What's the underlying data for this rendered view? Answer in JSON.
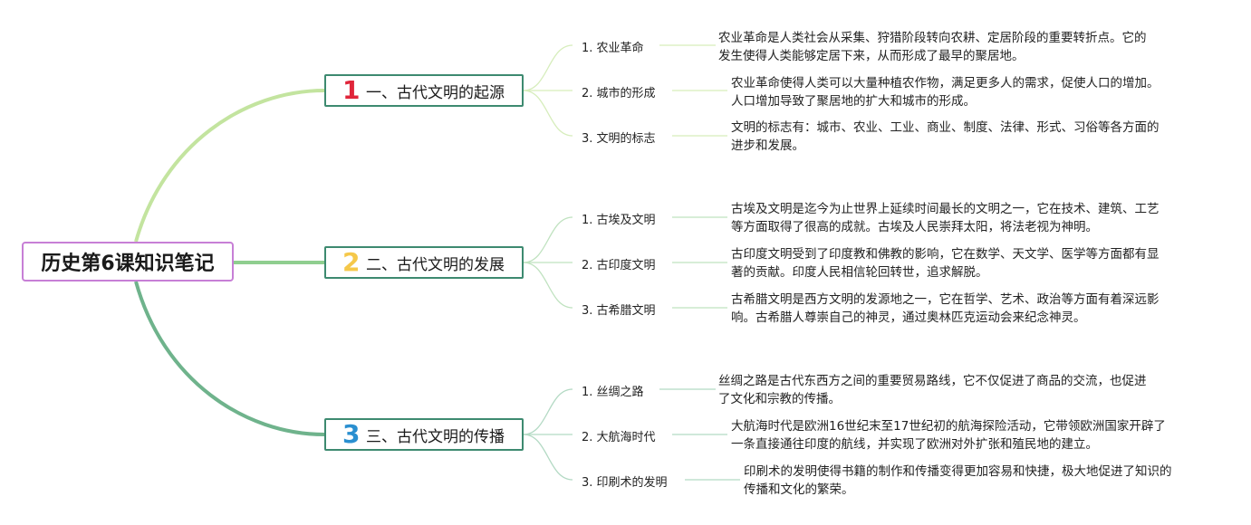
{
  "root": {
    "title": "历史第6课知识笔记"
  },
  "colors": {
    "root_border": "#c77fd6",
    "branch_border": "#3d8a70",
    "num_1": "#e0253a",
    "num_2": "#f5c84a",
    "num_3": "#2a8fd0",
    "main_line_1": "#bfe29a",
    "main_line_2": "#8ccc8c",
    "main_line_3": "#6ab08a"
  },
  "branches": [
    {
      "num": "1",
      "title": "一、古代文明的起源",
      "leaves": [
        {
          "label": "1. 农业革命",
          "desc": [
            "农业革命是人类社会从采集、狩猎阶段转向农耕、定居阶段的重要转折点。它的",
            "发生使得人类能够定居下来，从而形成了最早的聚居地。"
          ]
        },
        {
          "label": "2. 城市的形成",
          "desc": [
            "农业革命使得人类可以大量种植农作物，满足更多人的需求，促使人口的增加。",
            "人口增加导致了聚居地的扩大和城市的形成。"
          ]
        },
        {
          "label": "3. 文明的标志",
          "desc": [
            "文明的标志有：城市、农业、工业、商业、制度、法律、形式、习俗等各方面的",
            "进步和发展。"
          ]
        }
      ]
    },
    {
      "num": "2",
      "title": "二、古代文明的发展",
      "leaves": [
        {
          "label": "1. 古埃及文明",
          "desc": [
            "古埃及文明是迄今为止世界上延续时间最长的文明之一，它在技术、建筑、工艺",
            "等方面取得了很高的成就。古埃及人民崇拜太阳，将法老视为神明。"
          ]
        },
        {
          "label": "2. 古印度文明",
          "desc": [
            "古印度文明受到了印度教和佛教的影响，它在数学、天文学、医学等方面都有显",
            "著的贡献。印度人民相信轮回转世，追求解脱。"
          ]
        },
        {
          "label": "3. 古希腊文明",
          "desc": [
            "古希腊文明是西方文明的发源地之一，它在哲学、艺术、政治等方面有着深远影",
            "响。古希腊人尊崇自己的神灵，通过奥林匹克运动会来纪念神灵。"
          ]
        }
      ]
    },
    {
      "num": "3",
      "title": "三、古代文明的传播",
      "leaves": [
        {
          "label": "1. 丝绸之路",
          "desc": [
            "丝绸之路是古代东西方之间的重要贸易路线，它不仅促进了商品的交流，也促进",
            "了文化和宗教的传播。"
          ]
        },
        {
          "label": "2. 大航海时代",
          "desc": [
            "大航海时代是欧洲16世纪末至17世纪初的航海探险活动，它带领欧洲国家开辟了",
            "一条直接通往印度的航线，并实现了欧洲对外扩张和殖民地的建立。"
          ]
        },
        {
          "label": "3. 印刷术的发明",
          "desc": [
            "印刷术的发明使得书籍的制作和传播变得更加容易和快捷，极大地促进了知识的",
            "传播和文化的繁荣。"
          ]
        }
      ]
    }
  ]
}
